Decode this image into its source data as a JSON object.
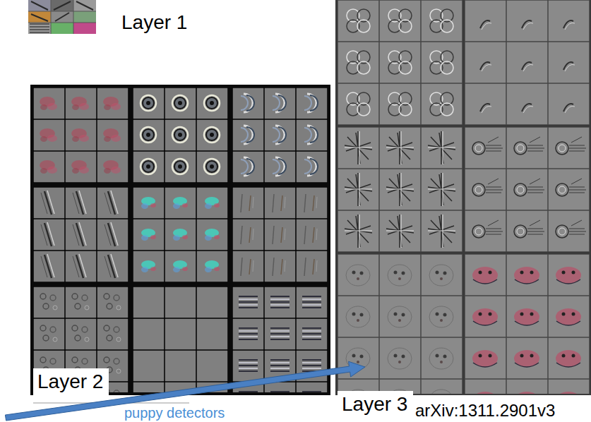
{
  "diagram": {
    "labels": [
      "Layer 1",
      "Layer 2",
      "Layer 3",
      "puppy detectors",
      "arXiv:1311.2901v3"
    ]
  }
}
